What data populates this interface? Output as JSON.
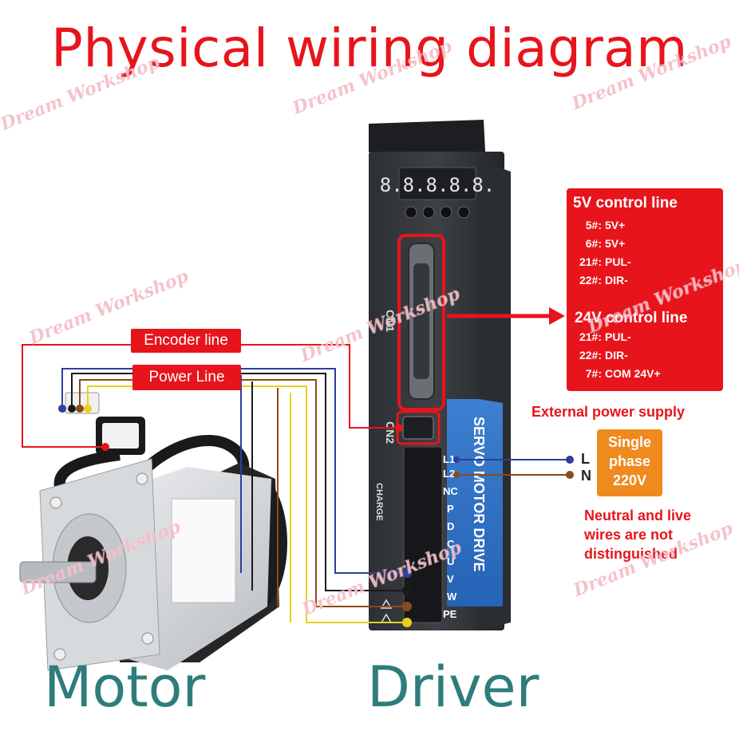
{
  "title": "Physical wiring diagram",
  "labels": {
    "motor": "Motor",
    "driver": "Driver"
  },
  "wire_tags": {
    "encoder": "Encoder line",
    "power": "Power Line"
  },
  "control_box": {
    "sections": [
      {
        "heading": "5V control line",
        "pins": [
          {
            "num": "5#:",
            "signal": "5V+"
          },
          {
            "num": "6#:",
            "signal": "5V+"
          },
          {
            "num": "21#:",
            "signal": "PUL-"
          },
          {
            "num": "22#:",
            "signal": "DIR-"
          }
        ]
      },
      {
        "heading": "24V control line",
        "pins": [
          {
            "num": "21#:",
            "signal": "PUL-"
          },
          {
            "num": "22#:",
            "signal": "DIR-"
          },
          {
            "num": "7#:",
            "signal": "COM 24V+"
          }
        ]
      }
    ]
  },
  "external_power": {
    "label": "External power supply",
    "source": [
      "Single",
      "phase",
      "220V"
    ],
    "terminals": [
      "L",
      "N"
    ],
    "note": [
      "Neutral and live",
      "wires are not",
      "distinguished"
    ]
  },
  "driver": {
    "display": "8.8.8.8.8.",
    "port_cn1": "CN1",
    "port_cn2": "CN2",
    "terminals": [
      "L1",
      "L2",
      "NC",
      "P",
      "D",
      "C",
      "U",
      "V",
      "W",
      "PE"
    ],
    "charge": "CHARGE",
    "side_text": "SERVO MOTOR DRIVE"
  },
  "watermark": "Dream Workshop",
  "colors": {
    "title": "#e8141b",
    "teal": "#2f7c7c",
    "red": "#e8141b",
    "orange": "#ef8a1e",
    "blue": "#2f3f9a",
    "brown": "#8a4a1a",
    "yellow": "#e6d21a"
  }
}
